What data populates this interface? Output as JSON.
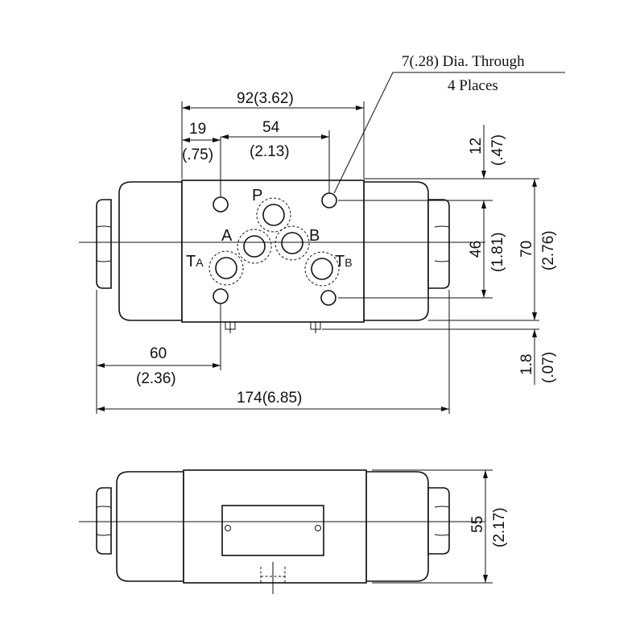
{
  "note": {
    "line1": "7(.28) Dia. Through",
    "line2": "4 Places"
  },
  "ports": {
    "p": "P",
    "a": "A",
    "b": "B",
    "ta_main": "T",
    "ta_sub": "A",
    "tb_main": "T",
    "tb_sub": "B"
  },
  "dimensions": {
    "width_92": "92(3.62)",
    "offset_19": "19",
    "offset_19_in": "(.75)",
    "pitch_54": "54",
    "pitch_54_in": "(2.13)",
    "height_12": "12",
    "height_12_in": "(.47)",
    "height_46": "46",
    "height_46_in": "(1.81)",
    "height_70": "70",
    "height_70_in": "(2.76)",
    "offset_60": "60",
    "offset_60_in": "(2.36)",
    "length_174": "174(6.85)",
    "pin_1_8": "1.8",
    "pin_1_8_in": "(.07)",
    "side_55": "55",
    "side_55_in": "(2.17)"
  }
}
